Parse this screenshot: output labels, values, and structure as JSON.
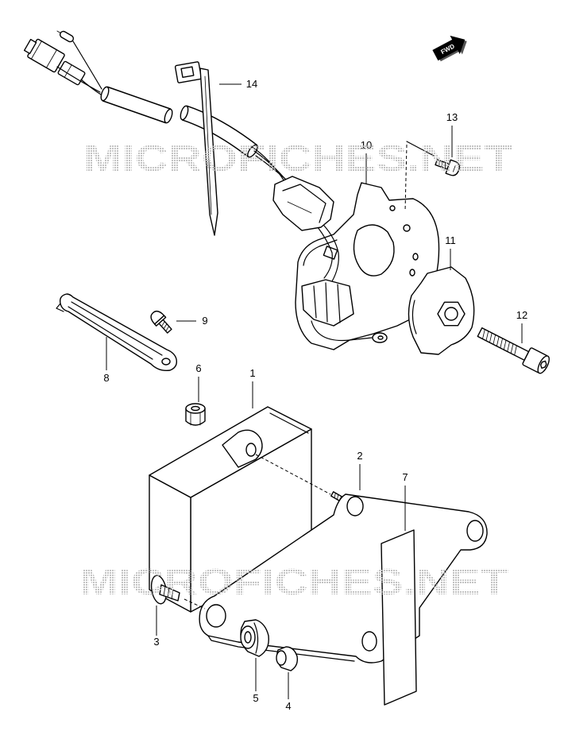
{
  "diagram": {
    "callouts": [
      "1",
      "2",
      "3",
      "4",
      "5",
      "6",
      "7",
      "8",
      "9",
      "10",
      "11",
      "12",
      "13",
      "14"
    ],
    "direction_label": "FWD",
    "watermark": "MICROFICHES.NET"
  },
  "colors": {
    "line": "#000000",
    "background": "#ffffff",
    "watermark": "#b8b8b8"
  }
}
